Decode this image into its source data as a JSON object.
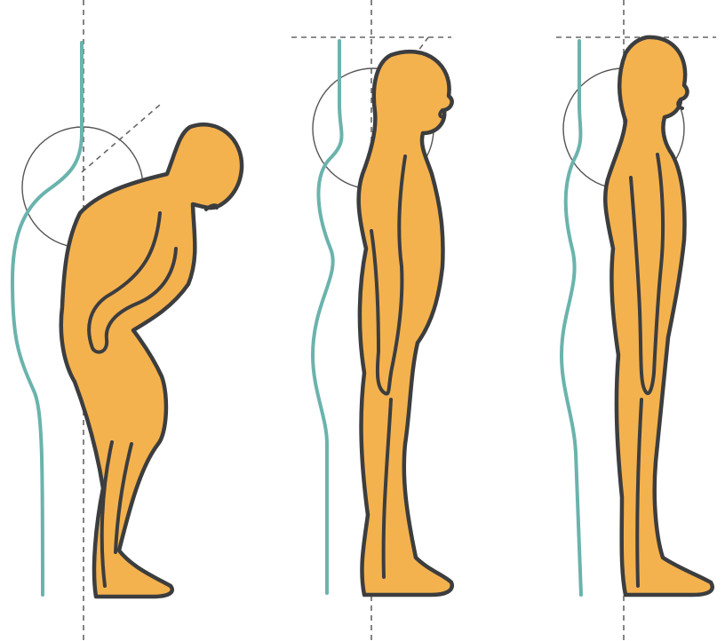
{
  "diagram": {
    "panels": [
      {
        "posture": "stooped"
      },
      {
        "posture": "slightly-forward"
      },
      {
        "posture": "upright"
      }
    ],
    "colors": {
      "body_fill": "#F4B24E",
      "outline": "#3C3D3F",
      "spine": "#6BB3AD",
      "guide": "#666666",
      "ring": "#555555"
    }
  }
}
